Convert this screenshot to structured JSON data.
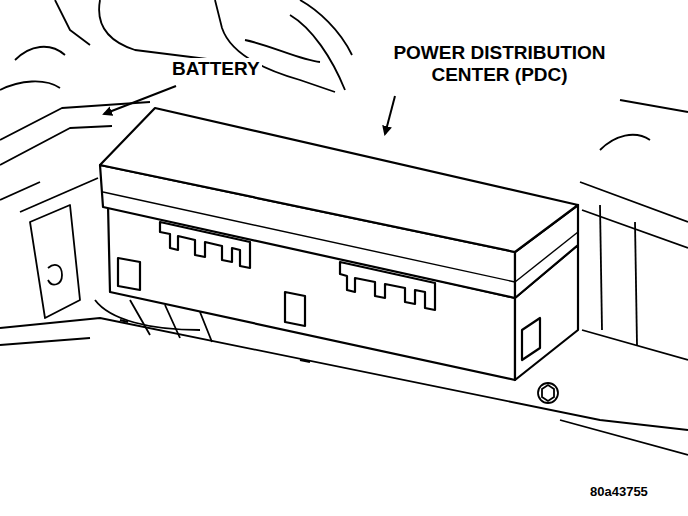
{
  "diagram": {
    "labels": [
      "BATTERY",
      "POWER DISTRIBUTION CENTER (PDC)",
      "80a43755"
    ]
  }
}
